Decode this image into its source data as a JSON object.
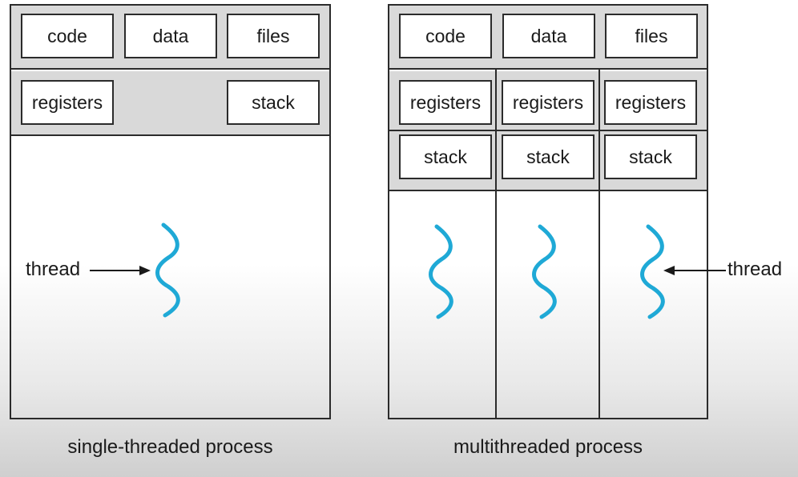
{
  "single": {
    "code": "code",
    "data": "data",
    "files": "files",
    "registers": "registers",
    "stack": "stack",
    "thread_label": "thread",
    "caption": "single-threaded process"
  },
  "multi": {
    "code": "code",
    "data": "data",
    "files": "files",
    "registers": [
      "registers",
      "registers",
      "registers"
    ],
    "stack": [
      "stack",
      "stack",
      "stack"
    ],
    "thread_label": "thread",
    "caption": "multithreaded process"
  },
  "colors": {
    "thread_wave": "#1fa9d6",
    "band_fill": "#d9d9d9",
    "border": "#2b2b2b"
  }
}
